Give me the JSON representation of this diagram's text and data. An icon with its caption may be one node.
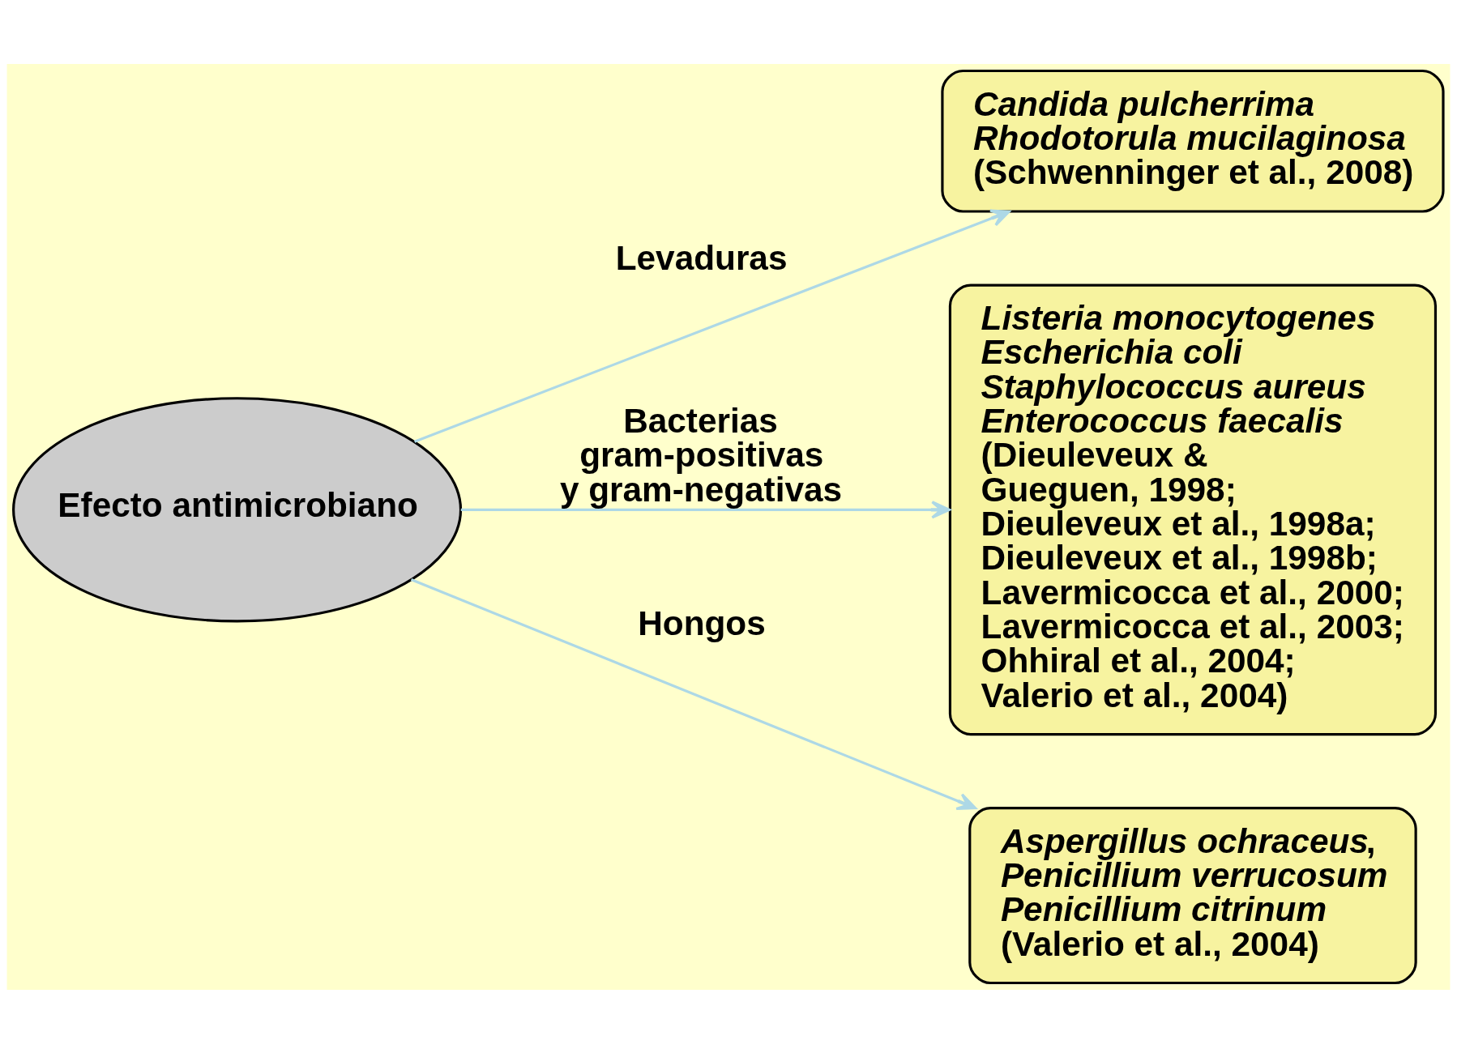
{
  "diagram": {
    "nodes": [
      {
        "text": [
          "Efecto antimicrobiano"
        ]
      },
      {
        "text": [
          "*Candida pulcherrima*",
          "*Rhodotorula mucilaginosa*",
          "(Schwenninger et al., 2008)"
        ]
      },
      {
        "text": [
          "*Listeria monocytogenes*",
          "*Escherichia coli*",
          "*Staphylococcus aureus*",
          "*Enterococcus faecalis*",
          "(Dieuleveux & Gueguen, 1998; Dieuleveux et al., 1998a; Dieuleveux et al., 1998b; Lavermicocca et al., 2000; Lavermicocca et al., 2003; Ohhiral et al., 2004; Valerio et al., 2004)"
        ]
      },
      {
        "text": [
          "*Aspergillus ochraceus*,",
          "*Penicillium verrucosum*",
          "*Penicillium citrinum*",
          "(Valerio et al., 2004)"
        ]
      }
    ],
    "edges": [
      {
        "from": 0,
        "to": 1,
        "arrow": "to",
        "label": "Levaduras"
      },
      {
        "from": 0,
        "to": 2,
        "arrow": "to",
        "label": "Bacterias gram-positivas y gram-negativas"
      },
      {
        "from": 0,
        "to": 3,
        "arrow": "to",
        "label": "Hongos"
      }
    ]
  }
}
